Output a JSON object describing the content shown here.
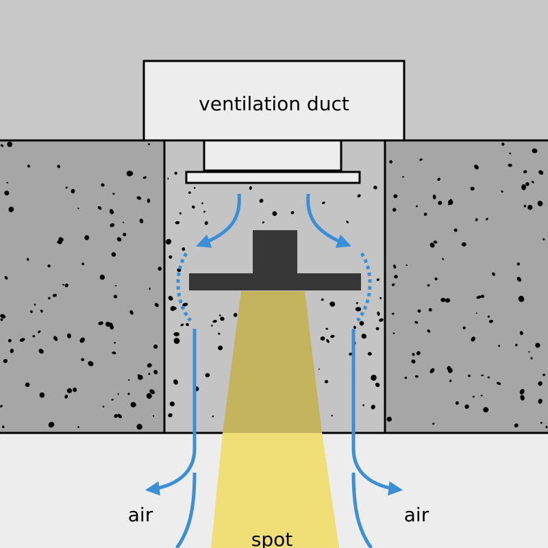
{
  "labels": {
    "duct": "ventilation duct",
    "air_left": "air",
    "air_right": "air",
    "spot": "spot"
  },
  "colors": {
    "ceiling": "#c8c8c8",
    "room": "#ededed",
    "concrete_dark": "#a6a6a6",
    "concrete_light": "#c4c4c4",
    "duct": "#ededed",
    "fixture": "#373737",
    "air": "#3b8fd6",
    "light": "#f0de50",
    "outline": "#000000"
  },
  "icons": {
    "duct": "ventilation-duct",
    "fixture": "spotlight-fixture",
    "airflow": "airflow-arrow",
    "light": "light-beam"
  }
}
